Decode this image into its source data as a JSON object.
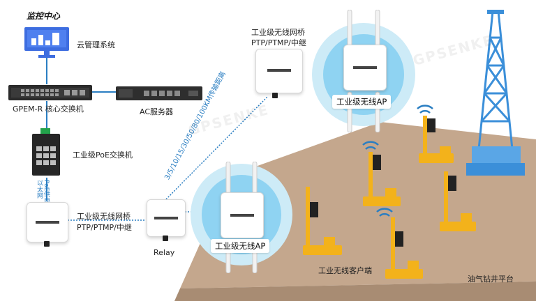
{
  "labels": {
    "monitor_center": "监控中心",
    "cloud_system": "云管理系统",
    "core_switch": "GPEM-R 核心交换机",
    "ac_server": "AC服务器",
    "poe_switch": "工业级PoE交换机",
    "ethernet_poe_line1": "以太网",
    "ethernet_poe_line2": "PoE供电",
    "bridge_left_line1": "工业级无线网桥",
    "bridge_left_line2": "PTP/PTMP/中继",
    "bridge_top_line1": "工业级无线网桥",
    "bridge_top_line2": "PTP/PTMP/中继",
    "relay": "Relay",
    "distance": "3/5/10/15/30/50/80/100KM传输距离",
    "ap_top": "工业级无线AP",
    "ap_bottom": "工业级无线AP",
    "client": "工业无线客户端",
    "platform": "油气钻井平台",
    "watermark": "GPSENKE"
  },
  "colors": {
    "accent_blue": "#2a7ec2",
    "monitor_blue": "#3d6de0",
    "halo_blue": "#8fd3f2",
    "platform": "#c4a78d",
    "rig_blue": "#3b8fd9",
    "machine_yellow": "#f3b21b",
    "switch_green": "#22a24a"
  },
  "icons": [
    "monitor-icon",
    "switch-icon",
    "server-icon",
    "poe-switch-icon",
    "wireless-bridge-icon",
    "access-point-icon",
    "wifi-icon",
    "drilling-rig-icon",
    "drill-machine-icon"
  ]
}
